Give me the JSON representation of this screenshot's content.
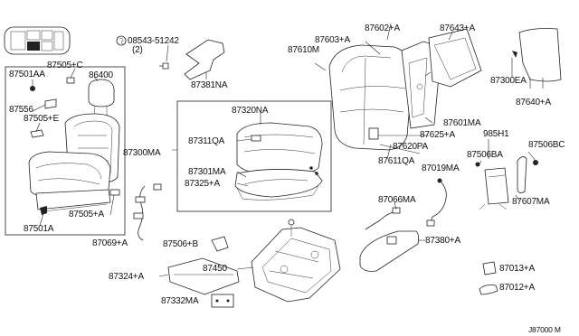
{
  "labels": {
    "p87505c": "87505+C",
    "p87501aa": "87501AA",
    "p86400": "86400",
    "p87556": "87556",
    "p87505e": "87505+E",
    "p87505a": "87505+A",
    "p87501a": "87501A",
    "p08543": "08543-51242",
    "p08543qty": "(2)",
    "p87610m": "87610M",
    "p87603a": "87603+A",
    "p87602a": "87602+A",
    "p87643a": "87643+A",
    "p87300ea": "87300EA",
    "p87640a": "87640+A",
    "p87381na": "87381NA",
    "p87320na": "87320NA",
    "p87311qa": "87311QA",
    "p87300ma": "87300MA",
    "p87301ma": "87301MA",
    "p87325a": "87325+A",
    "p87601ma": "87601MA",
    "p87625a": "87625+A",
    "p87620pa": "87620PA",
    "p87611qa": "87611QA",
    "p985h1": "985H1",
    "p87506bc": "87506BC",
    "p87506ba": "87506BA",
    "p87019ma": "87019MA",
    "p87607ma": "87607MA",
    "p87066ma": "87066MA",
    "p87069a": "87069+A",
    "p87506b": "87506+B",
    "p87380a": "87380+A",
    "p87324a": "87324+A",
    "p87450": "87450",
    "p87332ma": "87332MA",
    "p87013a": "87013+A",
    "p87012a": "87012+A",
    "diagram_code": "J87000 M"
  }
}
